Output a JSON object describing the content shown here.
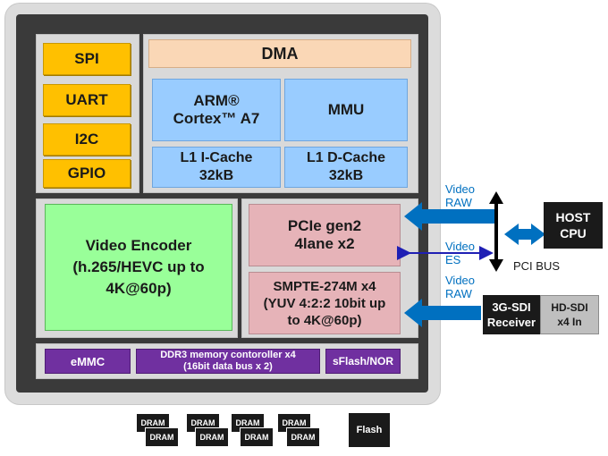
{
  "soc": {
    "peripherals": [
      "SPI",
      "UART",
      "I2C",
      "GPIO"
    ],
    "dma": "DMA",
    "cpu": {
      "line1": "ARM®",
      "line2": "Cortex™ A7"
    },
    "mmu": "MMU",
    "icache": {
      "line1": "L1  I-Cache",
      "line2": "32kB"
    },
    "dcache": {
      "line1": "L1  D-Cache",
      "line2": "32kB"
    },
    "encoder": {
      "line1": "Video Encoder",
      "line2": "(h.265/HEVC up to",
      "line3": "4K@60p)"
    },
    "pcie": {
      "line1": "PCIe gen2",
      "line2": "4lane x2"
    },
    "smpte": {
      "line1": "SMPTE-274M x4",
      "line2": "(YUV 4:2:2 10bit up",
      "line3": "to 4K@60p)"
    },
    "emmc": "eMMC",
    "ddr": {
      "line1": "DDR3 memory contoroller x4",
      "line2": "(16bit data bus x 2)"
    },
    "sflash": "sFlash/NOR"
  },
  "external": {
    "video_raw_top": {
      "line1": "Video",
      "line2": "RAW"
    },
    "video_es": {
      "line1": "Video",
      "line2": "ES"
    },
    "video_raw_bottom": {
      "line1": "Video",
      "line2": "RAW"
    },
    "pci_bus": "PCI BUS",
    "host_cpu": {
      "line1": "HOST",
      "line2": "CPU"
    },
    "sdi_receiver": {
      "line1": "3G-SDI",
      "line2": "Receiver"
    },
    "hdsdi_in": {
      "line1": "HD-SDI",
      "line2": "x4 In"
    },
    "dram_label": "DRAM",
    "flash": "Flash"
  },
  "colors": {
    "arrow_blue": "#0070c0",
    "es_arrow": "#1f1fb4",
    "peripheral": "#ffc000",
    "cpu_block": "#99ccff",
    "encoder_block": "#99ff99",
    "io_block": "#e6b3b8",
    "memory_ctrl": "#7030a0"
  }
}
